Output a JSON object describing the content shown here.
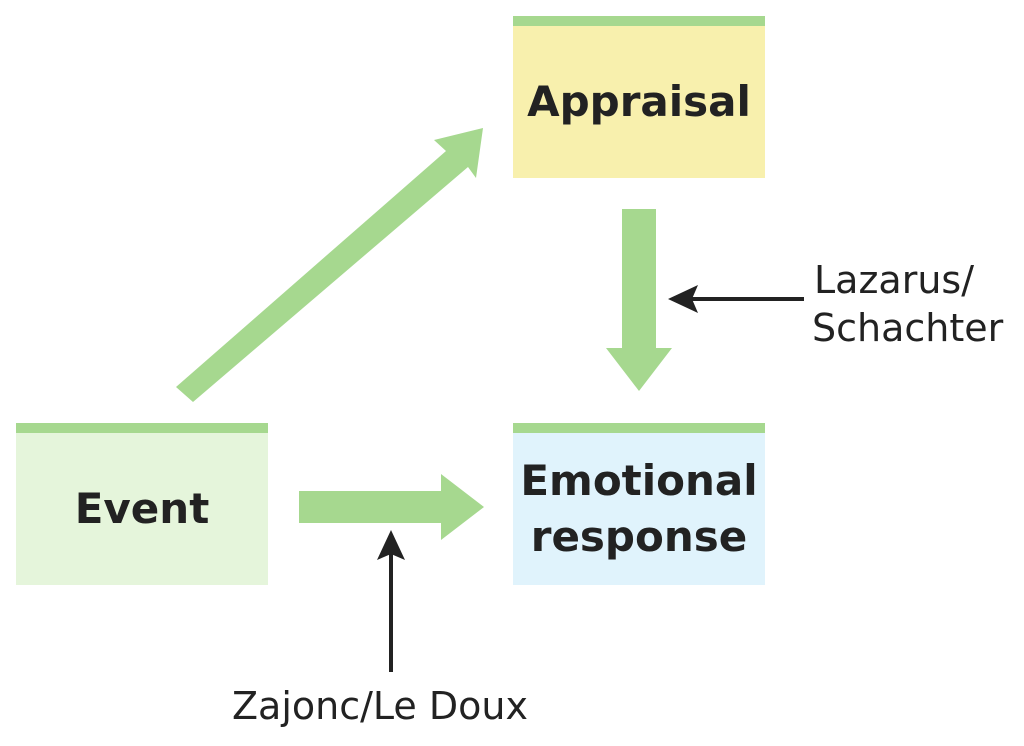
{
  "boxes": {
    "appraisal": "Appraisal",
    "event": "Event",
    "response_line1": "Emotional",
    "response_line2": "response"
  },
  "theorists": {
    "lazarus_line1": "Lazarus/",
    "lazarus_line2": "Schachter",
    "zajonc": "Zajonc/Le Doux"
  },
  "colors": {
    "accent_bar": "#a6d88f",
    "arrow_fill": "#a6d88f",
    "appraisal_fill": "#f8f0ad",
    "event_fill": "#e5f5db",
    "response_fill": "#e0f3fc",
    "pointer_arrow": "#222222"
  }
}
